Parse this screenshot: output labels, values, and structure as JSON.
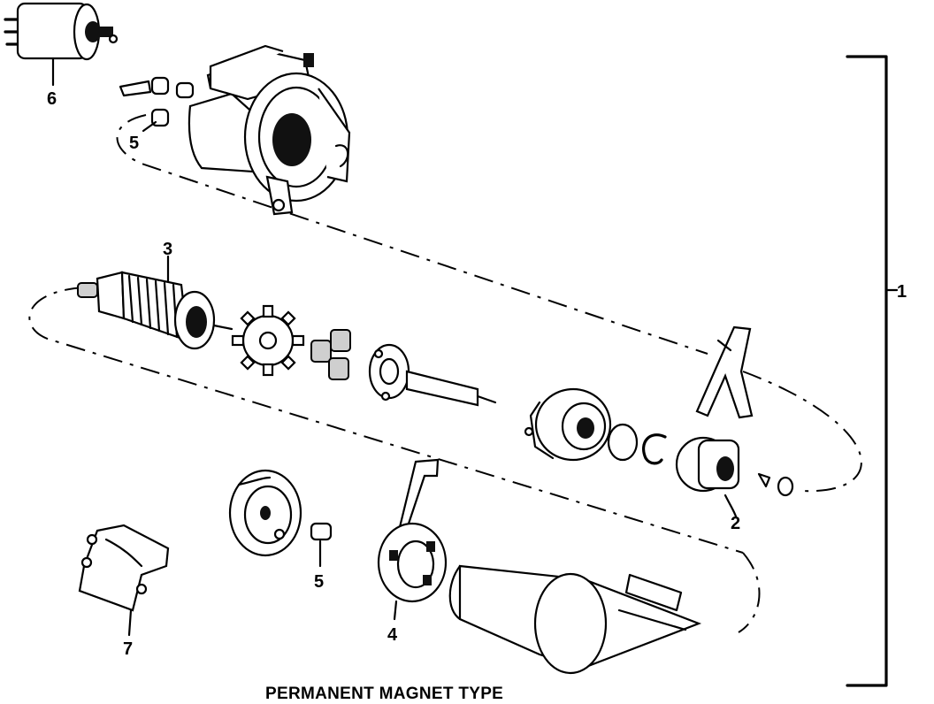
{
  "caption": "PERMANENT MAGNET TYPE",
  "callouts": {
    "assembly": "1",
    "drive": "2",
    "armature": "3",
    "brush_plate": "4",
    "bushing_upper": "5",
    "bushing_lower": "5",
    "solenoid": "6",
    "bracket": "7"
  }
}
